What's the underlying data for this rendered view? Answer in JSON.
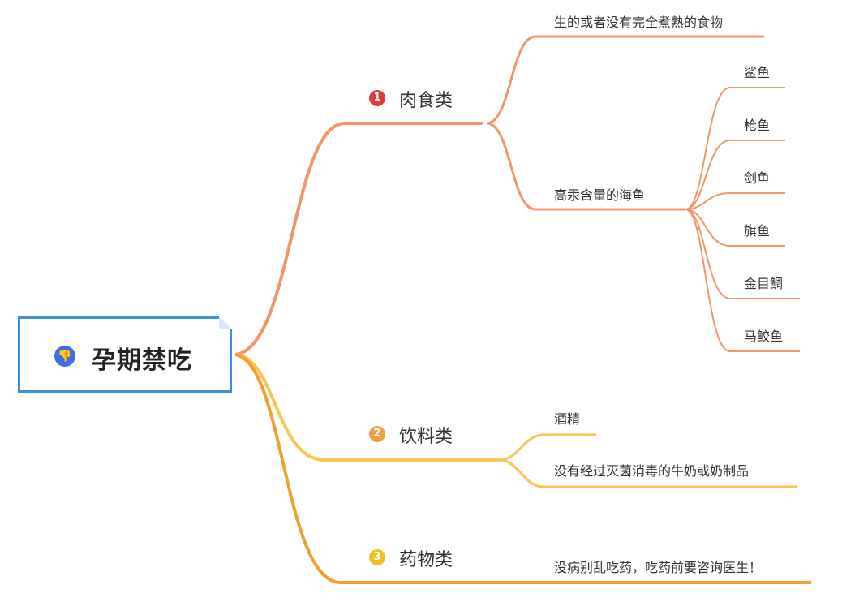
{
  "root": {
    "label": "孕期禁吃",
    "icon": "thumbs-down-icon",
    "icon_glyph": "👎",
    "border_color": "#3b8fe0"
  },
  "branches": [
    {
      "badge": "1",
      "badge_color": "#e03a3a",
      "label": "肉食类",
      "line_color": "#f3956a",
      "children": [
        {
          "label": "生的或者没有完全煮熟的食物"
        },
        {
          "label": "高汞含量的海鱼",
          "children": [
            "鲨鱼",
            "枪鱼",
            "剑鱼",
            "旗鱼",
            "金目鲷",
            "马鲛鱼"
          ]
        }
      ]
    },
    {
      "badge": "2",
      "badge_color": "#f0a040",
      "label": "饮料类",
      "line_color": "#f6c64e",
      "children": [
        {
          "label": "酒精"
        },
        {
          "label": "没有经过灭菌消毒的牛奶或奶制品"
        }
      ]
    },
    {
      "badge": "3",
      "badge_color": "#f0c020",
      "label": "药物类",
      "line_color": "#f0a030",
      "children": [
        {
          "label": "没病别乱吃药，吃药前要咨询医生！"
        }
      ]
    }
  ]
}
